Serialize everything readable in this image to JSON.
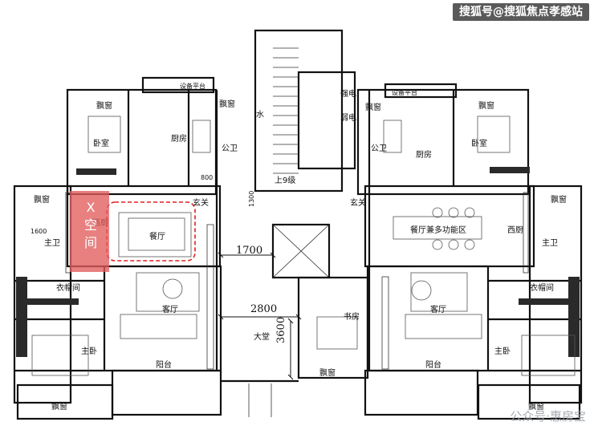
{
  "banner": "搜狐号@搜狐焦点孝感站",
  "watermark": "公众号·惠房宝",
  "highlight": {
    "label": "X空间",
    "color": "#e25c5c"
  },
  "rooms": {
    "balcony_left": "设备平台",
    "bay_tl": "飘窗",
    "bay_tl2": "飘窗",
    "bedroom_l": "卧室",
    "kitchen_l": "厨房",
    "bath_pub_l": "公卫",
    "water": "水",
    "d800": "800",
    "d1300": "1300",
    "foyer_l": "玄关",
    "up9": "上9级",
    "elec_strong": "强电",
    "elec_weak": "弱电",
    "bay_ml": "飘窗",
    "bay_ml2": "飘窗",
    "xi_chu_l": "西厨",
    "d1600": "1600",
    "dining_l": "餐厅",
    "master_bath_l": "主卫",
    "closet_l": "衣帽间",
    "living_l": "客厅",
    "master_l": "主卧",
    "bay_bl": "飘窗",
    "balcony_bl": "阳台",
    "dim_1700": "1700",
    "dim_2800": "2800",
    "dim_3600": "3600",
    "lobby": "大堂",
    "study": "书房",
    "bay_bc": "飘窗",
    "balcony_right": "设备平台",
    "bay_tr": "飘窗",
    "bay_tr2": "飘窗",
    "bedroom_r": "卧室",
    "kitchen_r": "厨房",
    "bath_pub_r": "公卫",
    "foyer_r": "玄关",
    "dining_multi": "餐厅兼多功能区",
    "xi_chu_r": "西厨",
    "master_bath_r": "主卫",
    "closet_r": "衣帽间",
    "living_r": "客厅",
    "master_r": "主卧",
    "bay_br": "飘窗",
    "bay_bc2": "飘窗",
    "balcony_br": "阳台"
  }
}
